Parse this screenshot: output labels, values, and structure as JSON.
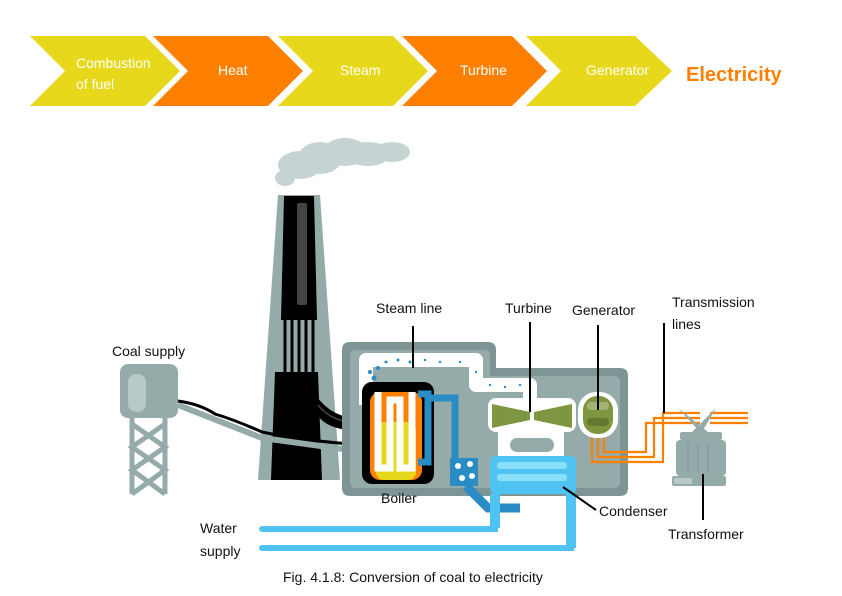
{
  "flow": {
    "steps": [
      {
        "line1": "Combustion",
        "line2": "of fuel",
        "color": "#e8d81c"
      },
      {
        "line1": "Heat",
        "line2": "",
        "color": "#ff8000"
      },
      {
        "line1": "Steam",
        "line2": "",
        "color": "#e8d81c"
      },
      {
        "line1": "Turbine",
        "line2": "",
        "color": "#ff8000"
      },
      {
        "line1": "Generator",
        "line2": "",
        "color": "#e8d81c"
      }
    ],
    "final": "Electricity"
  },
  "labels": {
    "coal_supply": "Coal supply",
    "steam_line": "Steam line",
    "turbine": "Turbine",
    "generator": "Generator",
    "transmission_line1": "Transmission",
    "transmission_line2": "lines",
    "boiler": "Boiler",
    "condenser": "Condenser",
    "transformer": "Transformer",
    "water_line1": "Water",
    "water_line2": "supply"
  },
  "caption": "Fig. 4.1.8: Conversion of coal to electricity",
  "colors": {
    "yellow": "#e8d81c",
    "orange": "#ff8000",
    "grey": "#95abaa",
    "dark_grey": "#7d9595",
    "water_blue": "#4fc3f2",
    "pipe_blue": "#2a8cc4",
    "turbine_green": "#7f9640"
  }
}
